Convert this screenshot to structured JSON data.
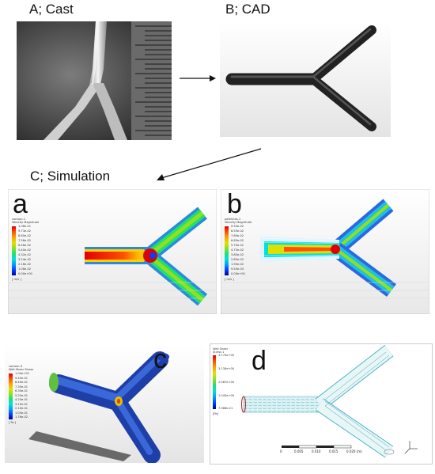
{
  "headings": {
    "cast": "A; Cast",
    "cad": "B; CAD",
    "simulation": "C; Simulation"
  },
  "panel_letters": [
    "a",
    "b",
    "c",
    "d"
  ],
  "panel_a": {
    "legend_title": [
      "contour-1",
      "Velocity Magnitude"
    ],
    "labels": [
      "1.08e-01",
      "9.73e-02",
      "8.65e-02",
      "7.56e-02",
      "6.48e-02",
      "5.40e-02",
      "4.32e-02",
      "3.24e-02",
      "2.16e-02",
      "1.08e-02",
      "0.00e+00"
    ],
    "unit": "[ m/s ]"
  },
  "panel_b": {
    "legend_title": [
      "pathlines-1",
      "Velocity Magnitude"
    ],
    "labels": [
      "9.50e-02",
      "8.55e-02",
      "7.60e-02",
      "6.65e-02",
      "5.70e-02",
      "4.75e-02",
      "3.80e-02",
      "2.85e-02",
      "1.90e-02",
      "9.50e-03",
      "0.00e+00"
    ],
    "unit": "[ m/s ]"
  },
  "panel_c": {
    "legend_title": [
      "contour-3",
      "Wall Shear Stress"
    ],
    "labels": [
      "1.05e+00",
      "9.45e-01",
      "8.40e-01",
      "7.35e-01",
      "6.30e-01",
      "5.25e-01",
      "4.20e-01",
      "3.15e-01",
      "2.10e-01",
      "1.05e-01",
      "1.76e-02"
    ],
    "unit": "[ Pa ]"
  },
  "panel_d": {
    "legend_title": [
      "Wall Shear",
      "Stress 1"
    ],
    "labels": [
      "4.174e+00",
      "3.130e+00",
      "2.087e+00",
      "1.043e+00",
      "7.986e-21"
    ],
    "unit": "[Pa]",
    "scale_ticks": [
      "0",
      "0.005",
      "0.010",
      "0.015",
      "0.020 (m)"
    ]
  },
  "colors": {
    "jet": [
      "#0000a0",
      "#0040ff",
      "#00a0ff",
      "#00e0e0",
      "#20e070",
      "#90e020",
      "#e0e000",
      "#ffa000",
      "#ff5000",
      "#e00000"
    ],
    "tube_blue": "#2a55c8",
    "background_gray": "#ececec"
  }
}
